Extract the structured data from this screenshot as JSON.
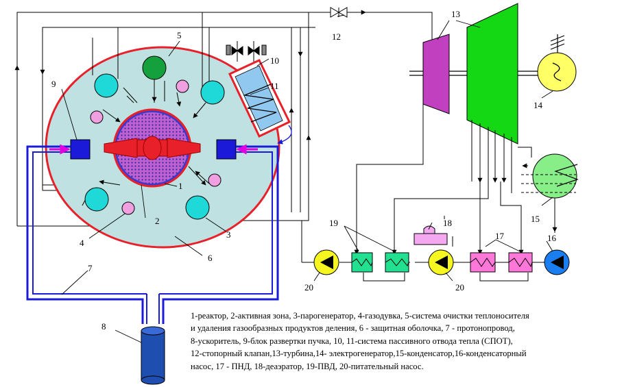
{
  "labels": {
    "n1": "1",
    "n2": "2",
    "n3": "3",
    "n4": "4",
    "n5": "5",
    "n6": "6",
    "n7": "7",
    "n8": "8",
    "n9": "9",
    "n10": "10",
    "n11": "11",
    "n12": "12",
    "n13": "13",
    "n14": "14",
    "n15": "15",
    "n16": "16",
    "n17": "17",
    "n18": "18",
    "n19": "19",
    "n20a": "20",
    "n20b": "20"
  },
  "legend": {
    "lines": [
      "1-реактор, 2-активная зона, 3-парогенератор, 4-газодувка, 5-система очистки теплоносителя",
      "и удаления газообразных продуктов деления, 6 - защитная оболочка, 7 - протонопровод,",
      "8-ускоритель, 9-блок развертки пучка, 10, 11-система пассивного отвода тепла (СПОТ),",
      "12-стопорный клапан,13-турбина,14- электрогенератор,15-конденсатор,16-конденсаторный",
      "насос, 17 - ПНД, 18-деаэратор, 19-ПВД, 20-питательный насос."
    ]
  },
  "colors": {
    "containment_fill": "#bfe1e1",
    "containment_stroke": "#e8202a",
    "steam_generator": "#1fd8d8",
    "gas_blower": "#f0a0e0",
    "cleanup_system": "#14a03c",
    "core": "#c060d0",
    "proton_line": "#1a1ad8",
    "turbine_hp": "#c040c0",
    "turbine_lp": "#14d814",
    "generator": "#ffff66",
    "condenser": "#88ee88",
    "feed_pump": "#f6f620",
    "condensate_pump": "#1a7ef0",
    "lp_heater": "#ff77d8",
    "hp_heater": "#22e090",
    "deaerator": "#f4a8f0",
    "spot": "#90c8f0"
  }
}
